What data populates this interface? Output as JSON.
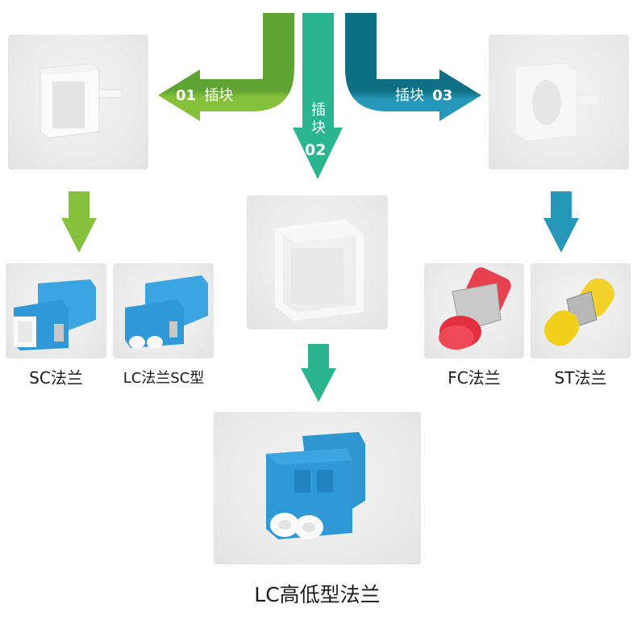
{
  "colors": {
    "green": "#85c13a",
    "green_dark": "#5fa332",
    "teal": "#2bb58e",
    "blue": "#2597b8",
    "blue_dark": "#0f6f85",
    "card_bg": "#ebebeb",
    "text": "#1a1a1a"
  },
  "flow": {
    "branch_01": {
      "number": "01",
      "label": "插块"
    },
    "branch_02": {
      "number": "02",
      "label_line1": "插",
      "label_line2": "块"
    },
    "branch_03": {
      "number": "03",
      "label": "插块"
    }
  },
  "products": {
    "insert_01": {
      "name": "white insert block"
    },
    "insert_02": {
      "name": "clear insert block"
    },
    "insert_03": {
      "name": "clear insert block oval"
    },
    "sc": {
      "label": "SC法兰"
    },
    "lc_sc": {
      "label": "LC法兰SC型"
    },
    "fc": {
      "label": "FC法兰"
    },
    "st": {
      "label": "ST法兰"
    },
    "lc_hl": {
      "label": "LC高低型法兰"
    }
  },
  "icons": {
    "arrow_down_green": "arrow-down",
    "arrow_down_teal": "arrow-down",
    "arrow_down_blue": "arrow-down"
  }
}
